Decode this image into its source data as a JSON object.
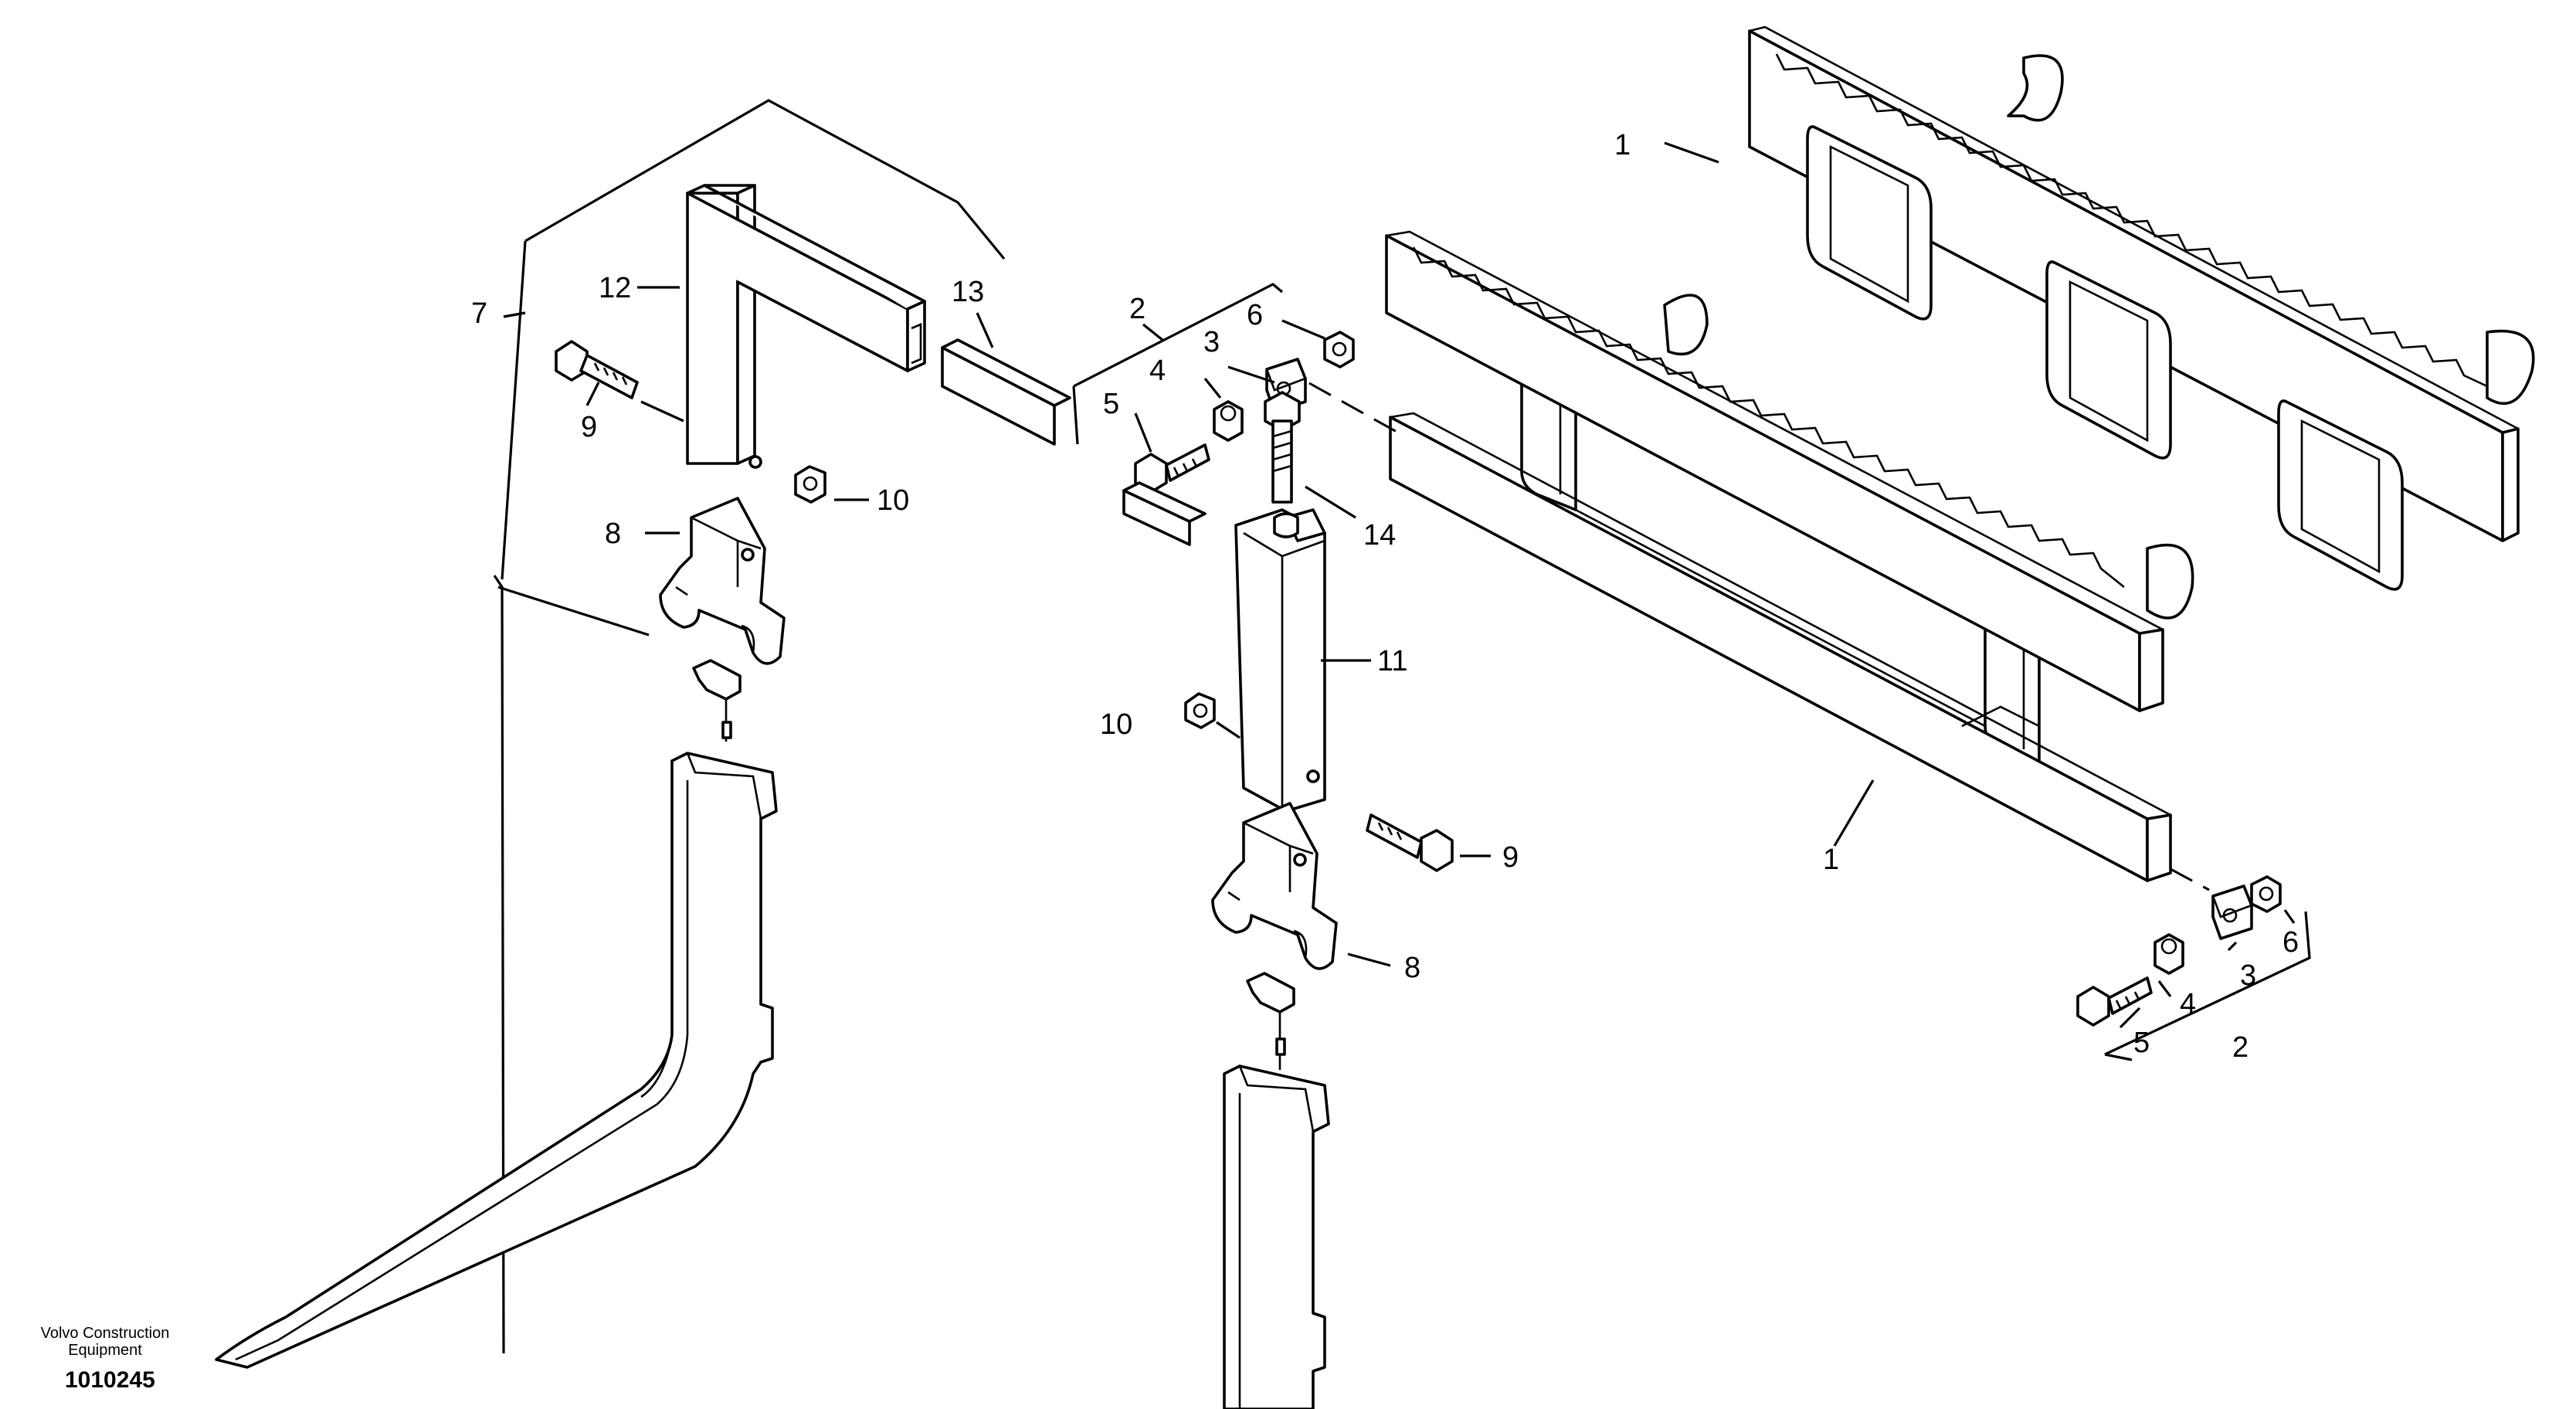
{
  "diagram": {
    "callouts": {
      "c1a": "1",
      "c1b": "1",
      "c2a": "2",
      "c2b": "2",
      "c3a": "3",
      "c3b": "3",
      "c4a": "4",
      "c4b": "4",
      "c5a": "5",
      "c5b": "5",
      "c6a": "6",
      "c6b": "6",
      "c7": "7",
      "c8a": "8",
      "c8b": "8",
      "c9a": "9",
      "c9b": "9",
      "c10a": "10",
      "c10b": "10",
      "c11": "11",
      "c12": "12",
      "c13": "13",
      "c14": "14"
    }
  },
  "footer": {
    "brand_line1": "Volvo Construction",
    "brand_line2": "Equipment",
    "figure_number": "1010245"
  }
}
